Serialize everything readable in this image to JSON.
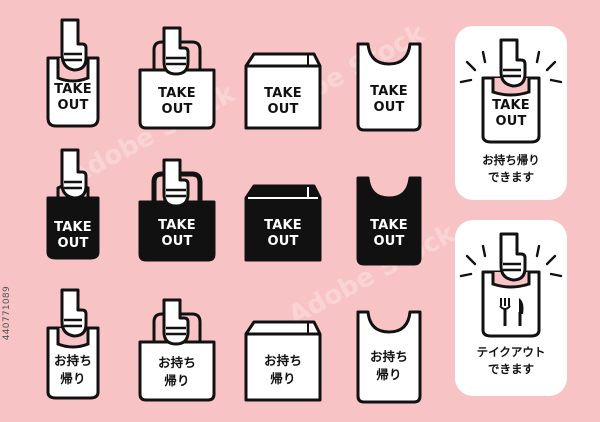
{
  "labels": {
    "take": "TAKE",
    "out": "OUT",
    "jp1": "お持ち",
    "jp2": "帰り"
  },
  "cards": {
    "first_line1": "お持ち帰り",
    "first_line2": "できます",
    "second_line1": "テイクアウト",
    "second_line2": "できます"
  },
  "side_id": "440771089",
  "watermark": "Adobe Stock",
  "colors": {
    "background": "#f8c3c5",
    "card": "#ffffff",
    "ink": "#111111"
  }
}
